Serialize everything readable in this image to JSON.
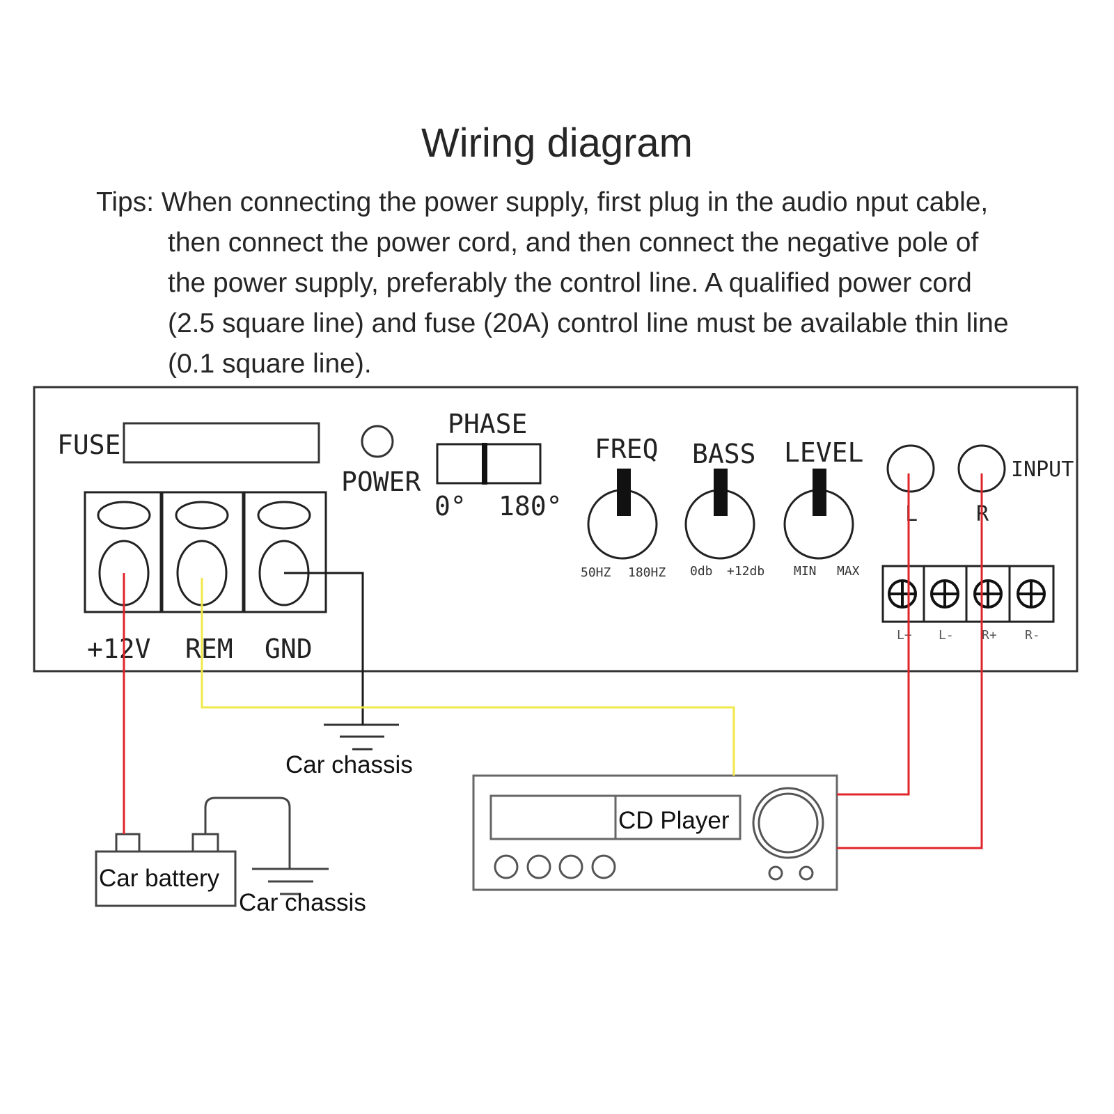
{
  "title": "Wiring diagram",
  "tips": {
    "prefix": "Tips:",
    "lines": [
      "When connecting the power supply, first plug in the audio nput cable,",
      "then connect the power cord, and then connect the negative pole of",
      "the power supply, preferably the control line. A qualified power cord",
      "(2.5 square line) and fuse (20A) control line must be available thin line",
      "(0.1 square line)."
    ]
  },
  "amp": {
    "fuse_label": "FUSE",
    "power_label": "POWER",
    "phase": {
      "label": "PHASE",
      "left": "0°",
      "right": "180°"
    },
    "knobs": [
      {
        "label": "FREQ",
        "min": "50HZ",
        "max": "180HZ"
      },
      {
        "label": "BASS",
        "min": "0db",
        "max": "+12db"
      },
      {
        "label": "LEVEL",
        "min": "MIN",
        "max": "MAX"
      }
    ],
    "terminals": [
      "+12V",
      "REM",
      "GND"
    ],
    "input": {
      "label": "INPUT",
      "left": "L",
      "right": "R"
    },
    "speaker_outputs": [
      "L+",
      "L-",
      "R+",
      "R-"
    ]
  },
  "devices": {
    "cd_player": "CD Player",
    "car_battery": "Car battery",
    "chassis_1": "Car chassis",
    "chassis_2": "Car chassis"
  },
  "wire_colors": {
    "power": "#e0242b",
    "remote": "#f2e84a",
    "ground": "#1a1a1a",
    "signal": "#e0242b"
  }
}
